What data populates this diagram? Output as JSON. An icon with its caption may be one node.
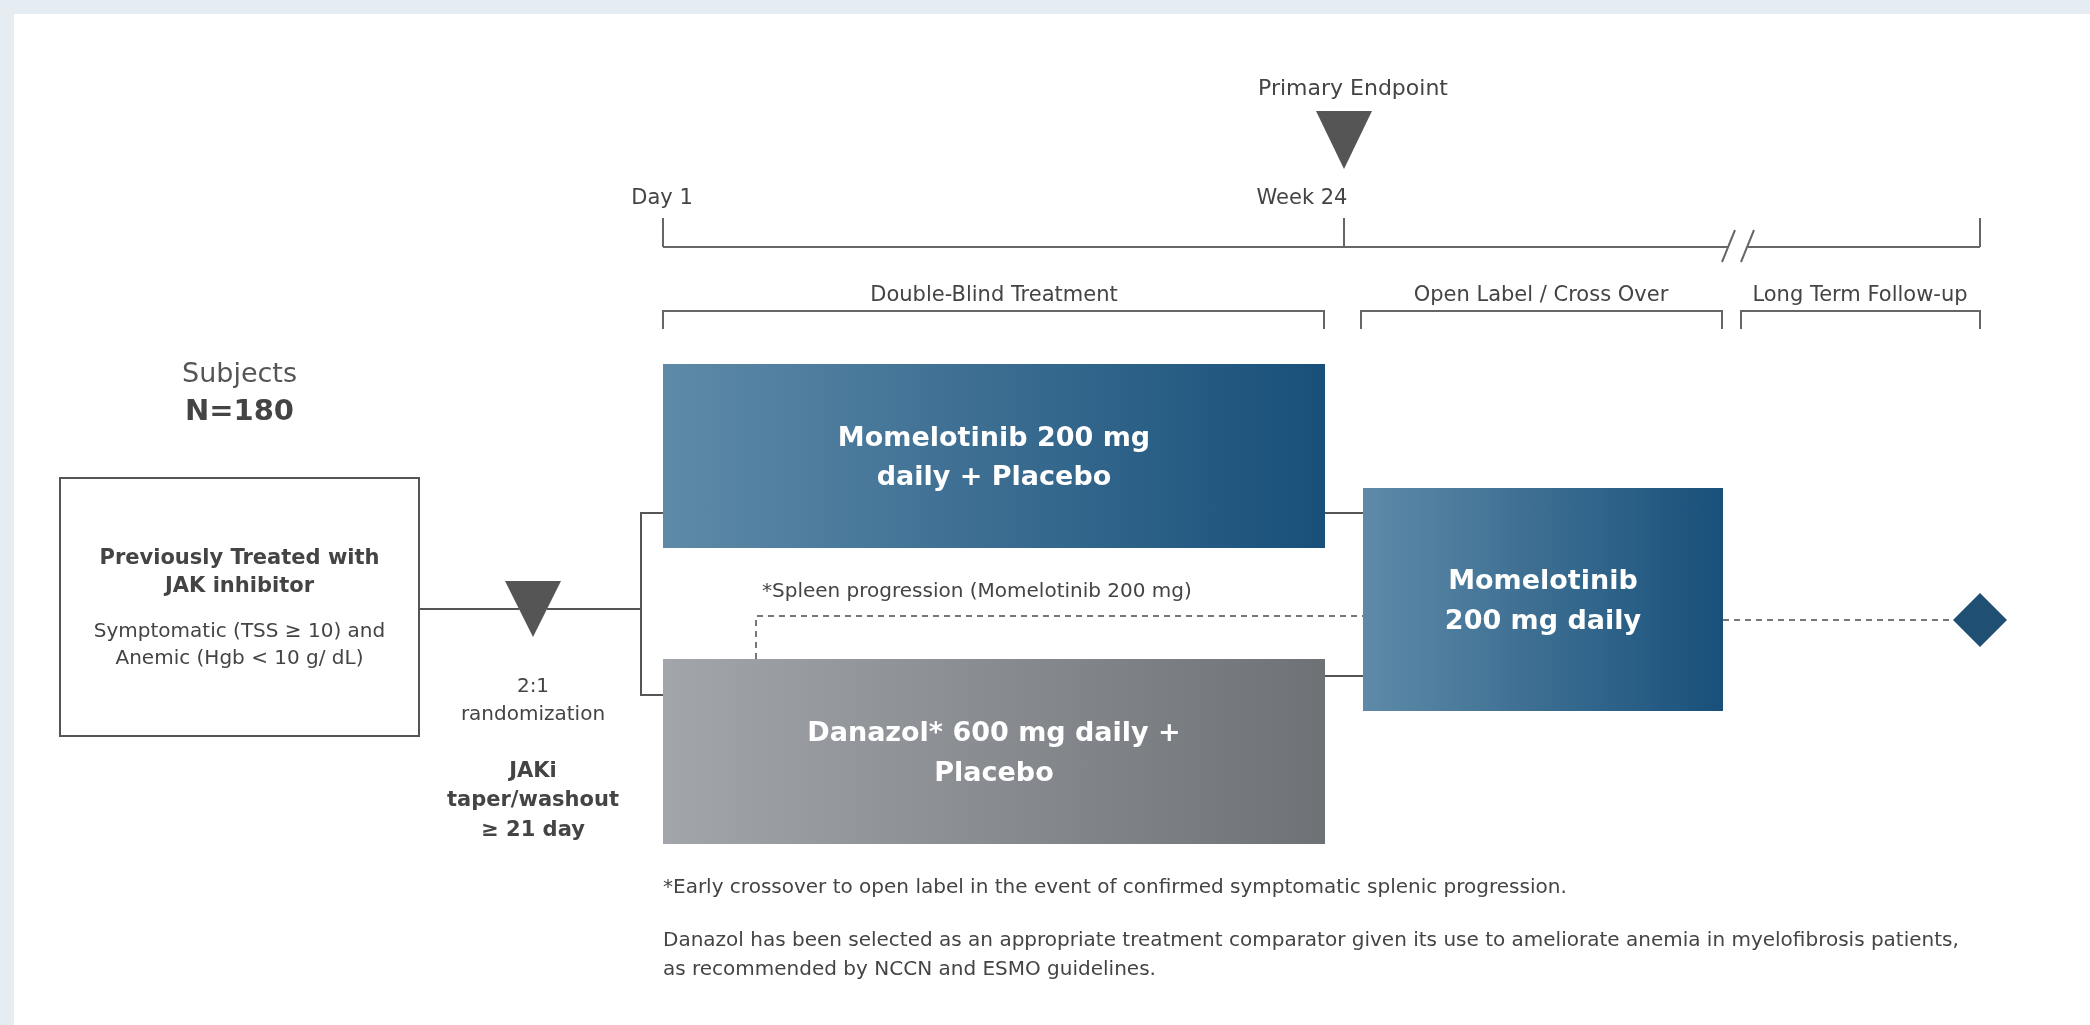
{
  "diagram": {
    "nodes": [
      {
        "text": [
          "Subjects",
          "N=180",
          "Previously Treated with JAK inhibitor",
          "Symptomatic (TSS ≥ 10) and Anemic (Hgb < 10 g/ dL)"
        ]
      },
      {
        "text": [],
        "shape": "triangle",
        "beside": [
          "2:1 randomization",
          "JAKi taper/washout ≥ 21 day"
        ]
      },
      {
        "text": [
          "Momelotinib 200 mg daily + Placebo"
        ]
      },
      {
        "text": [
          "Danazol* 600 mg daily + Placebo"
        ]
      },
      {
        "text": [
          "Momelotinib 200 mg daily"
        ]
      },
      {
        "text": [],
        "shape": "diamond"
      }
    ],
    "edges": [
      {
        "from": 0,
        "to": 1,
        "arrow": "none"
      },
      {
        "from": 1,
        "to": 2,
        "arrow": "none"
      },
      {
        "from": 1,
        "to": 3,
        "arrow": "none"
      },
      {
        "from": 2,
        "to": 4,
        "arrow": "none"
      },
      {
        "from": 3,
        "to": 4,
        "arrow": "none"
      },
      {
        "from": 3,
        "to": 4,
        "arrow": "none",
        "style": "dashed",
        "label": "*Spleen progression (Momelotinib 200 mg)"
      },
      {
        "from": 4,
        "to": 5,
        "arrow": "none",
        "style": "dashed"
      }
    ],
    "labels": [
      "Primary Endpoint",
      "Day 1",
      "Week 24",
      "Double-Blind Treatment",
      "Open Label / Cross Over",
      "Long Term Follow-up",
      "*Early crossover to open label in the event of confirmed symptomatic splenic progression.",
      "Danazol has been selected as an appropriate treatment comparator given its use to ameliorate anemia in myelofibrosis patients, as recommended by NCCN and ESMO guidelines."
    ]
  }
}
